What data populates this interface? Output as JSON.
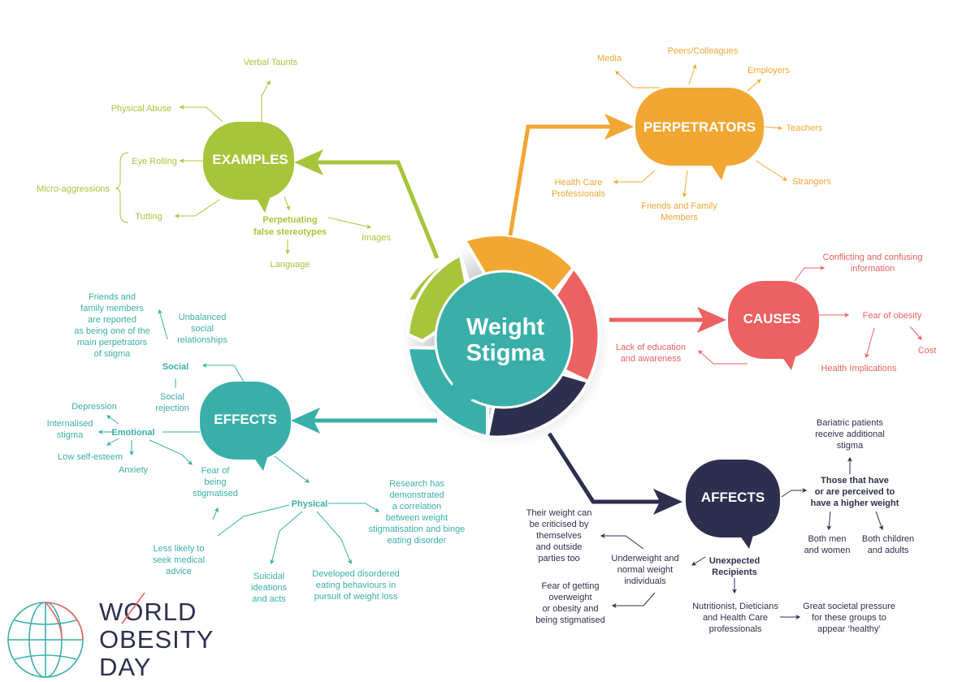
{
  "center": {
    "line1": "Weight",
    "line2": "Stigma"
  },
  "colors": {
    "green": "#a8c43b",
    "orange": "#f2a733",
    "red": "#ec6161",
    "navy": "#2e2f4f",
    "teal": "#3aafa9"
  },
  "examples": {
    "title": "EXAMPLES",
    "verbal_taunts": "Verbal Taunts",
    "physical_abuse": "Physical Abuse",
    "eye_rolling": "Eye Rolling",
    "micro_aggressions": "Micro-aggressions",
    "tutting": "Tutting",
    "perpetuating_1": "Perpetuating",
    "perpetuating_2": "false stereotypes",
    "images": "Images",
    "language": "Language"
  },
  "perpetrators": {
    "title": "PERPETRATORS",
    "media": "Media",
    "peers": "Peers/Colleagues",
    "employers": "Employers",
    "teachers": "Teachers",
    "strangers": "Strangers",
    "hcp_1": "Health Care",
    "hcp_2": "Professionals",
    "friends_1": "Friends and Family",
    "friends_2": "Members"
  },
  "causes": {
    "title": "CAUSES",
    "conflicting_1": "Conflicting and confusing",
    "conflicting_2": "information",
    "fear": "Fear of obesity",
    "cost": "Cost",
    "health": "Health Implications",
    "lack_1": "Lack of education",
    "lack_2": "and awareness"
  },
  "affects": {
    "title": "AFFECTS",
    "bariatric_1": "Bariatric patients",
    "bariatric_2": "receive additional",
    "bariatric_3": "stigma",
    "higher_1": "Those that have",
    "higher_2": "or are perceived to",
    "higher_3": "have a higher weight",
    "men_1": "Both men",
    "men_2": "and women",
    "children_1": "Both children",
    "children_2": "and adults",
    "criticised_1": "Their weight can",
    "criticised_2": "be criticised by",
    "criticised_3": "themselves",
    "criticised_4": "and outside",
    "criticised_5": "parties too",
    "under_1": "Underweight and",
    "under_2": "normal weight",
    "under_3": "individuals",
    "unexpected_1": "Unexpected",
    "unexpected_2": "Recipients",
    "fear_1": "Fear of getting",
    "fear_2": "overweight",
    "fear_3": "or obesity and",
    "fear_4": "being stigmatised",
    "nutri_1": "Nutritionist, Dieticians",
    "nutri_2": "and Health Care",
    "nutri_3": "professionals",
    "pressure_1": "Great societal pressure",
    "pressure_2": "for these groups to",
    "pressure_3": "appear ‘healthy’"
  },
  "effects": {
    "title": "EFFECTS",
    "friends_1": "Friends and",
    "friends_2": "family members",
    "friends_3": "are reported",
    "friends_4": "as being one of the",
    "friends_5": "main perpetrators",
    "friends_6": "of stigma",
    "unbalanced_1": "Unbalanced",
    "unbalanced_2": "social",
    "unbalanced_3": "relationships",
    "social": "Social",
    "social_rej_1": "Social",
    "social_rej_2": "rejection",
    "depression": "Depression",
    "internalised_1": "Internalised",
    "internalised_2": "stigma",
    "emotional": "Emotional",
    "low_self": "Low self-esteem",
    "anxiety": "Anxiety",
    "fear_1": "Fear of",
    "fear_2": "being",
    "fear_3": "stigmatised",
    "physical": "Physical",
    "research_1": "Research has",
    "research_2": "demonstrated",
    "research_3": "a correlation",
    "research_4": "between weight",
    "research_5": "stigmatisation and binge",
    "research_6": "eating disorder",
    "less_1": "Less likely to",
    "less_2": "seek medical",
    "less_3": "advice",
    "suicidal_1": "Suicidal",
    "suicidal_2": "ideations",
    "suicidal_3": "and acts",
    "disordered_1": "Developed disordered",
    "disordered_2": "eating behaviours in",
    "disordered_3": "pursuit of weight loss"
  },
  "logo": {
    "line1": "WORLD",
    "line2": "OBESITY",
    "line3": "DAY"
  }
}
